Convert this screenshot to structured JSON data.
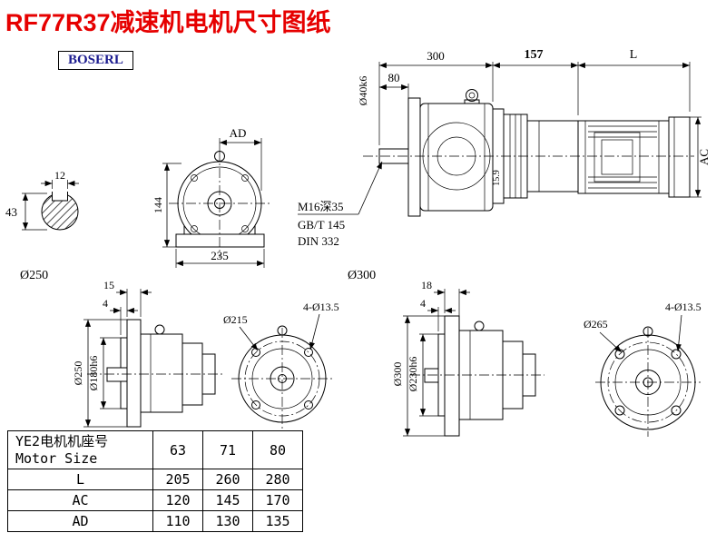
{
  "page": {
    "title": "RF77R37减速机电机尺寸图纸",
    "brand": "BOSERL"
  },
  "main_view": {
    "dim_300": "300",
    "dim_157": "157",
    "dim_L": "L",
    "dim_80": "80",
    "shaft_dia": "Ø40k6",
    "dim_ac": "AC",
    "dim_159": "15.9",
    "note1": "M16深35",
    "note2": "GB/T 145",
    "note3": "DIN 332"
  },
  "shaft_section": {
    "key_width": "12",
    "height": "43"
  },
  "front_view": {
    "dim_ad": "AD",
    "dim_144": "144",
    "dim_235": "235"
  },
  "labels": {
    "flange_250": "Ø250",
    "flange_300": "Ø300"
  },
  "flange250": {
    "dim_15": "15",
    "dim_4": "4",
    "flange_dia": "Ø250",
    "spigot_dia": "Ø180h6",
    "bolt_circle": "Ø215",
    "holes": "4-Ø13.5"
  },
  "flange300": {
    "dim_18": "18",
    "dim_4": "4",
    "flange_dia": "Ø300",
    "spigot_dia": "Ø230h6",
    "bolt_circle": "Ø265",
    "holes": "4-Ø13.5"
  },
  "table": {
    "header_cn": "YE2电机机座号",
    "header_en": "Motor Size",
    "sizes": [
      "63",
      "71",
      "80"
    ],
    "rows": [
      {
        "label": "L",
        "values": [
          "205",
          "260",
          "280"
        ]
      },
      {
        "label": "AC",
        "values": [
          "120",
          "145",
          "170"
        ]
      },
      {
        "label": "AD",
        "values": [
          "110",
          "130",
          "135"
        ]
      }
    ]
  }
}
